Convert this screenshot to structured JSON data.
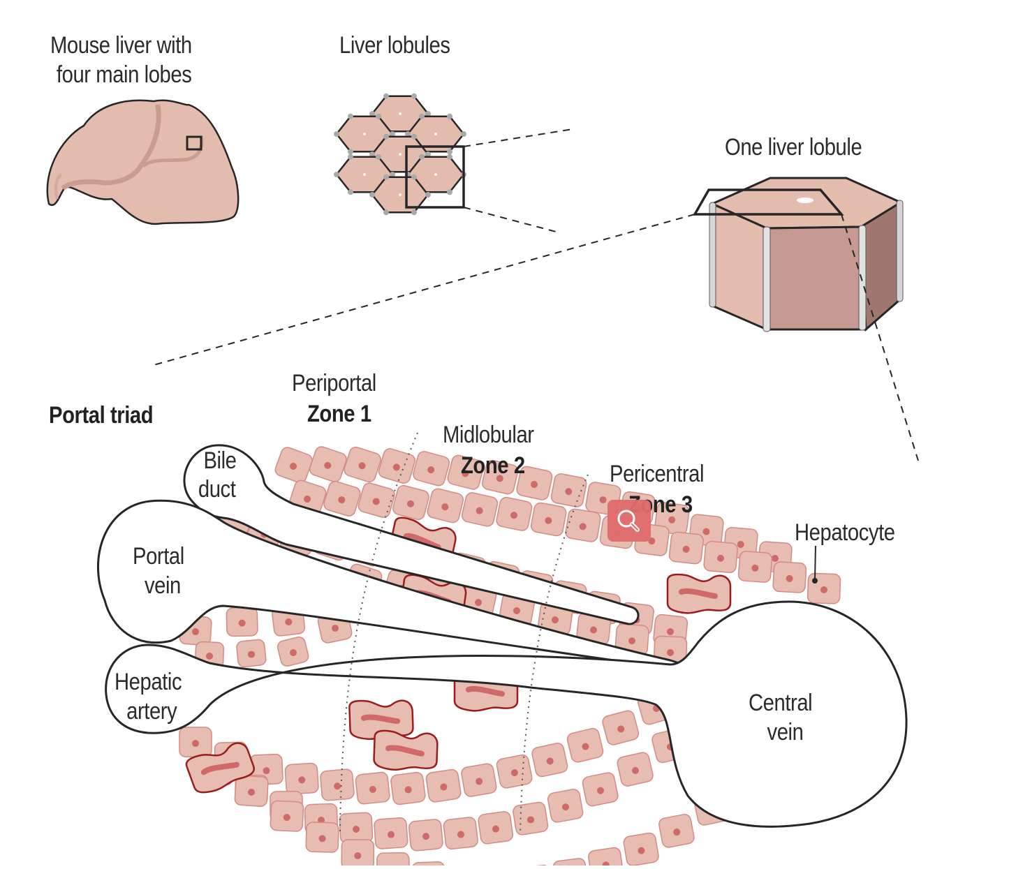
{
  "panels": {
    "mouse_liver": {
      "title_line1": "Mouse liver with",
      "title_line2": "four main lobes"
    },
    "lobules": {
      "title": "Liver lobules"
    },
    "one_lobule": {
      "title": "One liver lobule"
    }
  },
  "detail": {
    "portal_triad": "Portal triad",
    "bile_duct_line1": "Bile",
    "bile_duct_line2": "duct",
    "portal_vein_line1": "Portal",
    "portal_vein_line2": "vein",
    "hepatic_artery_line1": "Hepatic",
    "hepatic_artery_line2": "artery",
    "central_vein_line1": "Central",
    "central_vein_line2": "vein",
    "hepatocyte": "Hepatocyte",
    "zones": [
      {
        "region": "Periportal",
        "zone": "Zone 1"
      },
      {
        "region": "Midlobular",
        "zone": "Zone 2"
      },
      {
        "region": "Pericentral",
        "zone": "Zone 3"
      }
    ]
  },
  "controls": {
    "zoom_icon": "magnifier-icon"
  },
  "colors": {
    "tissue": "#e3bcae",
    "tissue_dark": "#c99c93",
    "cell_fill": "#e6bdb0",
    "cell_stroke": "#d58a86",
    "nucleus": "#d06a6a",
    "binucleate_stroke": "#9b1c1c",
    "outline": "#262626",
    "zoom_button": "#e06c6c"
  }
}
